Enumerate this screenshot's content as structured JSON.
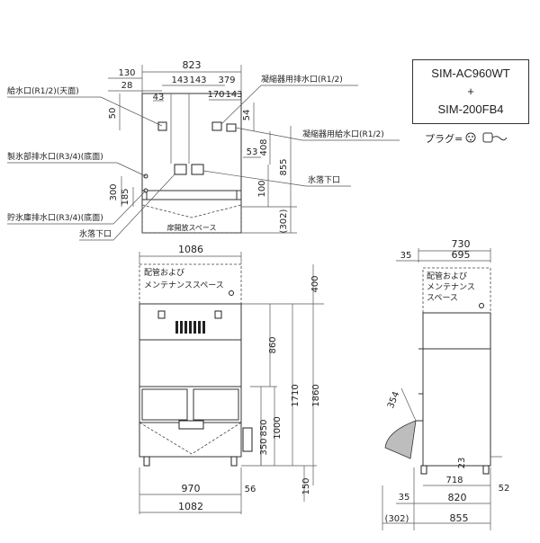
{
  "model_box": {
    "line1": "SIM-AC960WT",
    "plus": "+",
    "line2": "SIM-200FB4"
  },
  "plug_label": "プラグ=",
  "top_view": {
    "dims": {
      "total_width": "823",
      "d130": "130",
      "d28": "28",
      "d143a": "143",
      "d143b": "143",
      "d379": "379",
      "d170": "170",
      "d143c": "143",
      "d43": "43",
      "d50": "50",
      "d54": "54",
      "d408": "408",
      "d53": "53",
      "d855": "855",
      "d100": "100",
      "d300": "300",
      "d185": "185",
      "d302": "(302)"
    },
    "labels": {
      "water_supply": "給水口(R1/2)(天面)",
      "condenser_drain": "凝縮器用排水口(R1/2)",
      "condenser_supply": "凝縮器用給水口(R1/2)",
      "ice_drain": "製氷部排水口(R3/4)(底面)",
      "water_drop_right": "氷落下口",
      "bin_drain": "貯氷庫排水口(R3/4)(底面)",
      "water_drop_left": "氷落下口",
      "door_space": "扉開放スペース"
    }
  },
  "front_view": {
    "dims": {
      "width_top": "1086",
      "d400": "400",
      "d860": "860",
      "d1710": "1710",
      "d1860": "1860",
      "d850": "850",
      "d1000": "1000",
      "d350": "350",
      "d150": "150",
      "d970": "970",
      "d56": "56",
      "d1082": "1082"
    },
    "maintenance_line1": "配管および",
    "maintenance_line2": "メンテナンススペース"
  },
  "side_view": {
    "dims": {
      "d730": "730",
      "d35top": "35",
      "d695": "695",
      "d354": "354",
      "d23": "23",
      "d718": "718",
      "d52": "52",
      "d35bot": "35",
      "d820": "820",
      "d302": "(302)",
      "d855": "855"
    },
    "maintenance_line1": "配管および",
    "maintenance_line2": "メンテナンス",
    "maintenance_line3": "スペース"
  }
}
